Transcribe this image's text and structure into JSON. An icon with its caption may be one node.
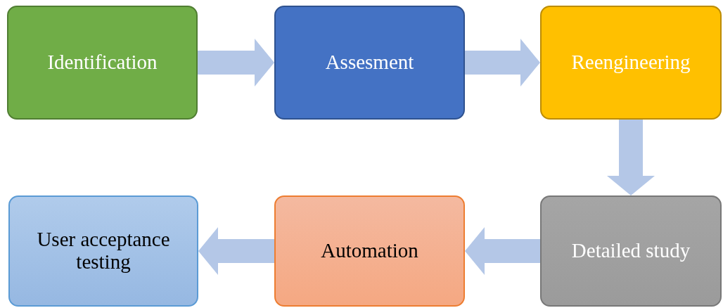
{
  "diagram": {
    "nodes": [
      {
        "text": [
          "Identification"
        ]
      },
      {
        "text": [
          "Assesment"
        ]
      },
      {
        "text": [
          "Reengineering"
        ]
      },
      {
        "text": [
          "User acceptance testing"
        ]
      },
      {
        "text": [
          "Automation"
        ]
      },
      {
        "text": [
          "Detailed study"
        ]
      }
    ],
    "edges": [
      {
        "from": 0,
        "to": 1,
        "arrow": "to"
      },
      {
        "from": 1,
        "to": 2,
        "arrow": "to"
      },
      {
        "from": 2,
        "to": 5,
        "arrow": "to"
      },
      {
        "from": 5,
        "to": 4,
        "arrow": "to"
      },
      {
        "from": 4,
        "to": 3,
        "arrow": "to"
      }
    ]
  }
}
